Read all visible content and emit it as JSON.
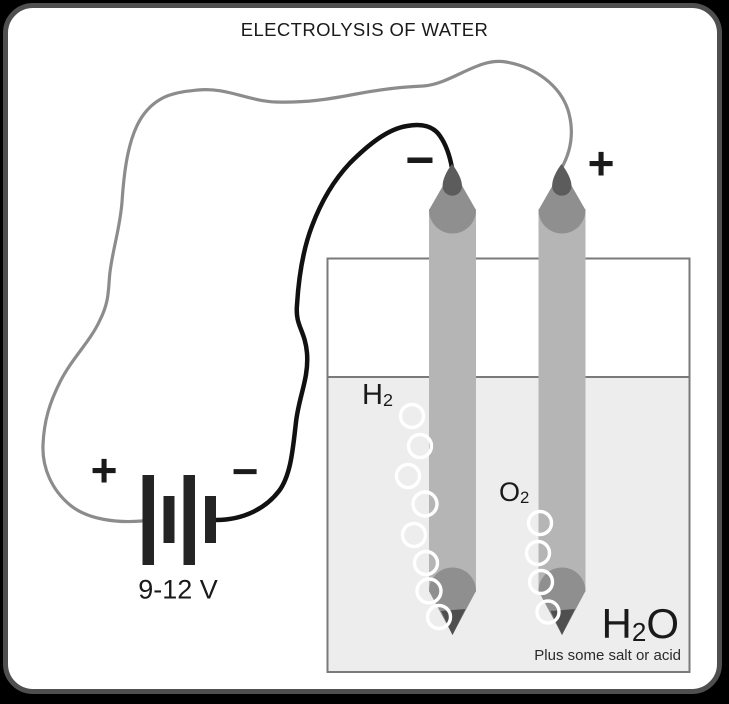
{
  "title": "ELECTROLYSIS OF WATER",
  "battery": {
    "voltage": "9-12 V",
    "positive": "+",
    "negative": "−"
  },
  "electrodes": {
    "cathode": {
      "polarity": "−",
      "gas_main": "H",
      "gas_sub": "2"
    },
    "anode": {
      "polarity": "+",
      "gas_main": "O",
      "gas_sub": "2"
    }
  },
  "solution": {
    "formula_h": "H",
    "formula_sub": "2",
    "formula_o": "O",
    "note": "Plus some salt or acid"
  },
  "bubbles": {
    "cathode_count": 8,
    "anode_count": 4
  },
  "colors": {
    "background": "#000000",
    "panel": "#ffffff",
    "frame_border": "#4f4f4f",
    "wire_positive": "#8c8c8c",
    "wire_negative": "#111111",
    "battery_bar": "#242424",
    "electrode_body": "#b5b5b5",
    "electrode_cone": "#8f8f8f",
    "electrode_tip_top": "#5c5c5c",
    "electrode_tip_bottom": "#4f4f4f",
    "water_fill": "#ededed",
    "container_border": "#7a7a7a",
    "bubble_stroke": "#ffffff",
    "text": "#1a1a1a"
  }
}
